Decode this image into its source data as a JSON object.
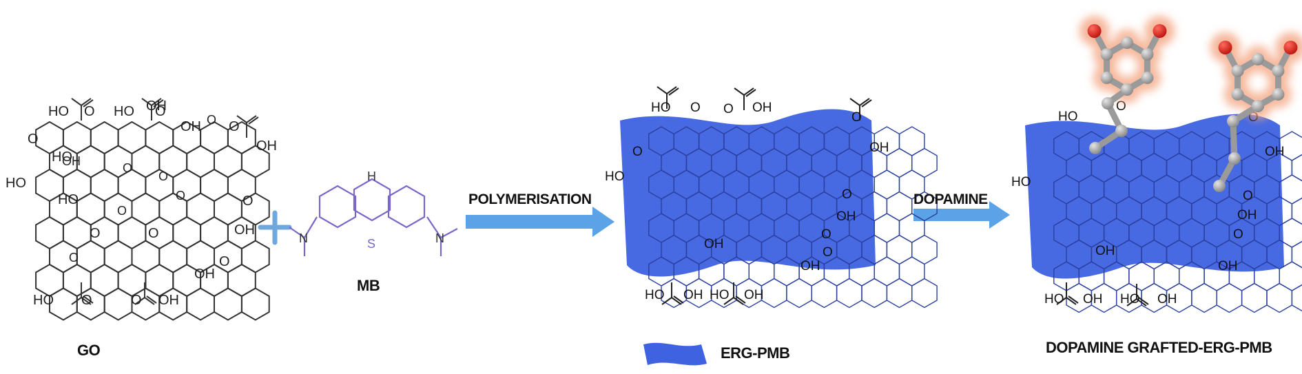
{
  "labels": {
    "go": "GO",
    "mb": "MB",
    "polymerisation": "POLYMERISATION",
    "dopamine": "DOPAMINE",
    "erg_pmb": "ERG-PMB",
    "grafted": "DOPAMINE GRAFTED-ERG-PMB"
  },
  "groups": {
    "oh": "OH",
    "ho": "HO",
    "o": "O",
    "h": "H",
    "n": "N",
    "s": "S"
  },
  "colors": {
    "sheet": "#3f63e0",
    "arrow": "#5ba3e6",
    "mb": "#7b66c8",
    "plus": "#6fa8dc",
    "atom_c": "#a9a9a9",
    "atom_o": "#e8302a",
    "glow": "#f4a582",
    "lines": "#333333"
  }
}
